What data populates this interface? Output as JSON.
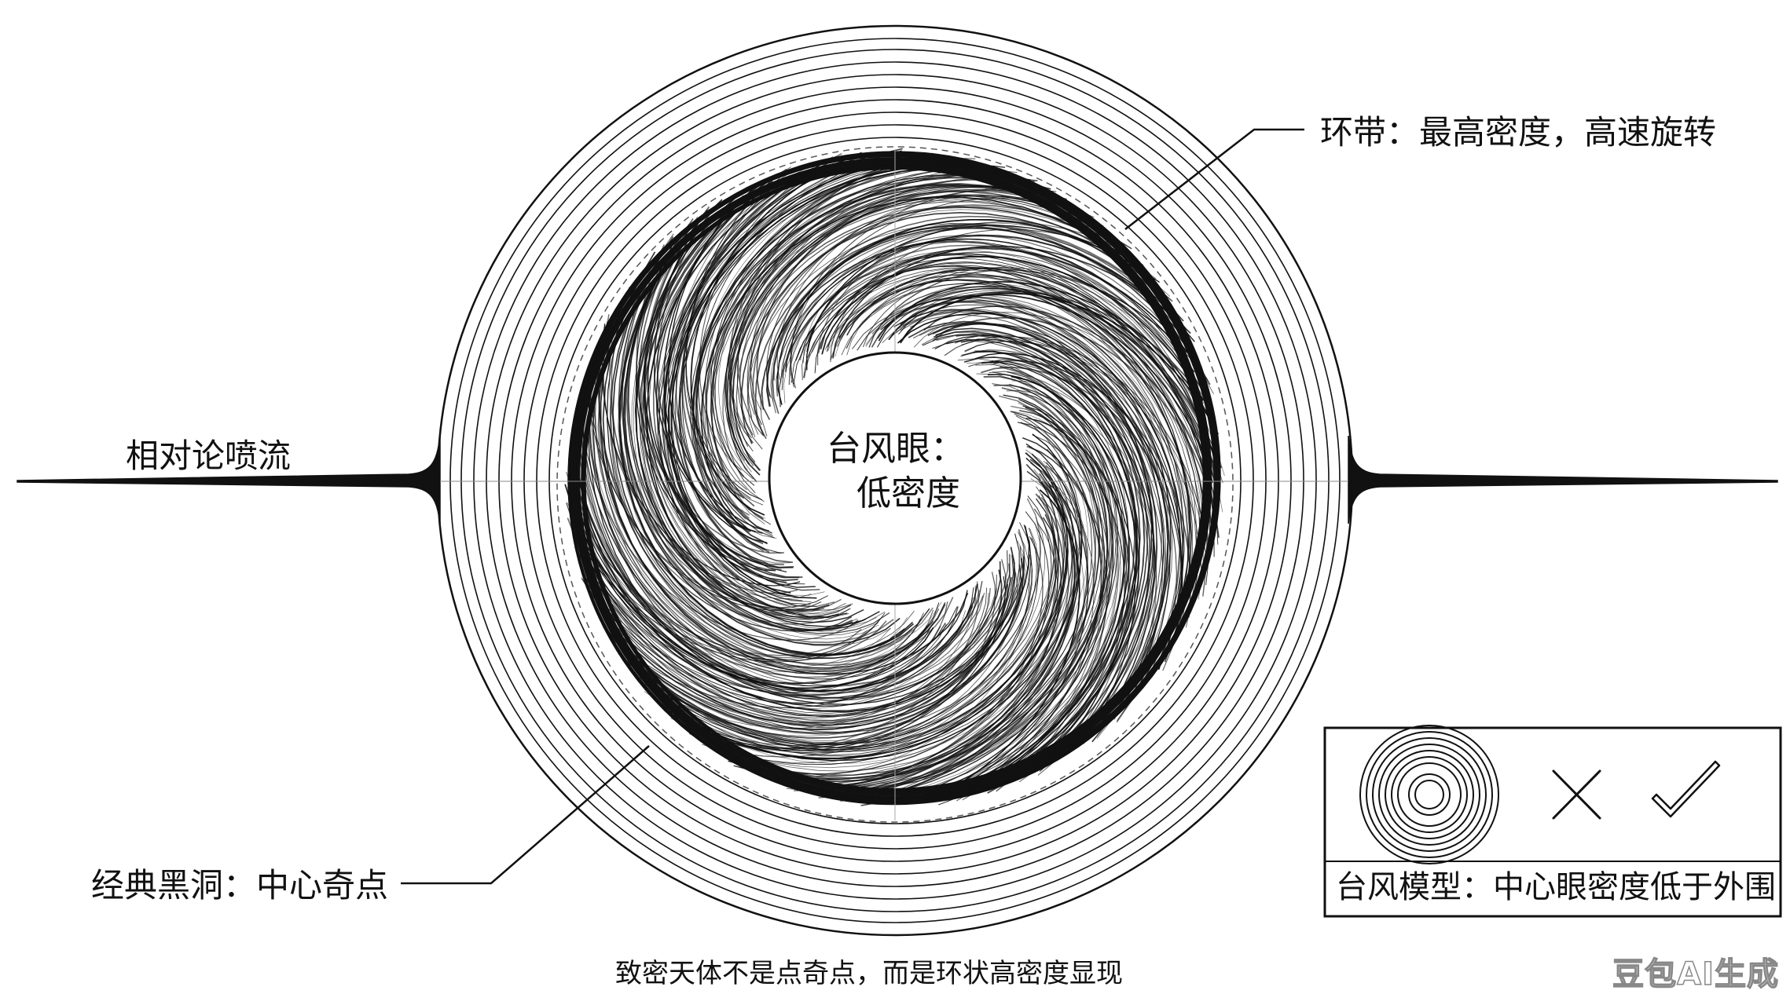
{
  "labels": {
    "ring_band": "环带：最高密度，高速旋转",
    "jets": "相对论喷流",
    "eye_line1": "台风眼：",
    "eye_line2": "低密度",
    "classic": "经典黑洞：中心奇点",
    "legend_caption": "台风模型：中心眼密度低于外围",
    "caption": "致密天体不是点奇点，而是环状高密度显现",
    "watermark": "豆包AI生成"
  },
  "legend": {
    "cross_icon": "cross-icon",
    "check_icon": "check-icon",
    "rings_icon": "concentric-rings-icon"
  },
  "colors": {
    "ink": "#111111",
    "paper": "#ffffff"
  }
}
